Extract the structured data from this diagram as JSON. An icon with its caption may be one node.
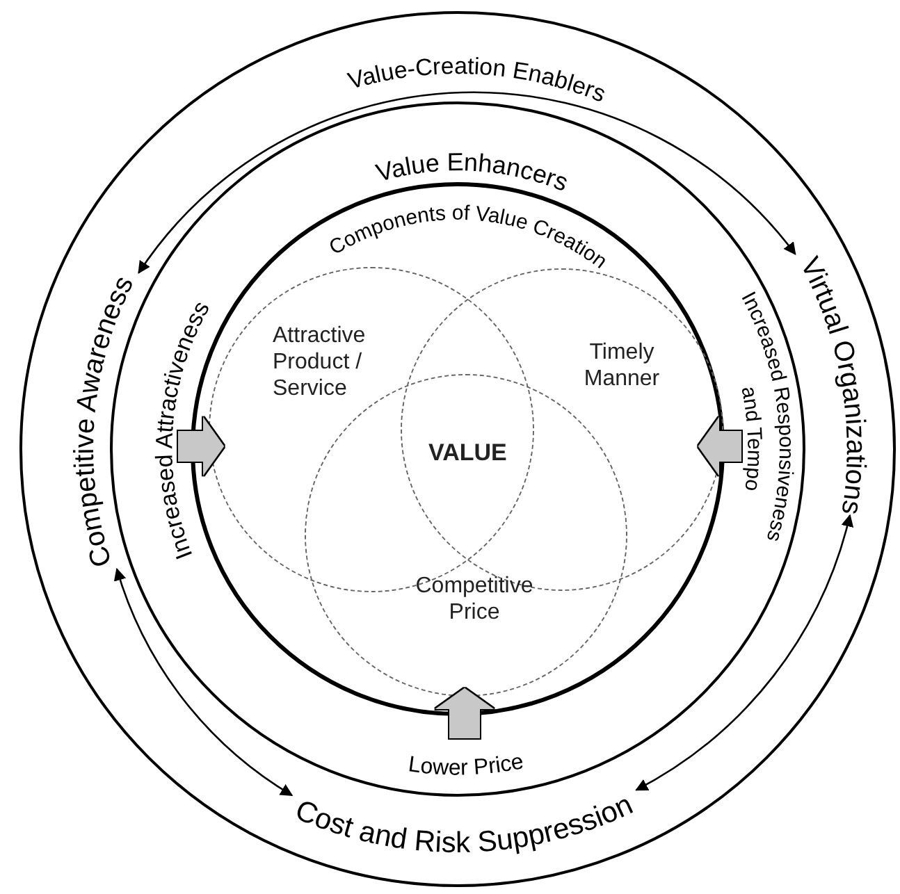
{
  "diagram": {
    "nodes": [
      {
        "text": [
          "Value-Creation Enablers"
        ]
      },
      {
        "text": [
          "Competitive Awareness"
        ],
        "in": 0
      },
      {
        "text": [
          "Virtual Organizations"
        ],
        "in": 0
      },
      {
        "text": [
          "Cost and Risk Suppression"
        ],
        "in": 0
      },
      {
        "text": [
          "Value Enhancers"
        ],
        "in": 0
      },
      {
        "text": [
          "Increased Attractiveness"
        ],
        "in": 4
      },
      {
        "text": [
          "Increased Responsiveness and Tempo"
        ],
        "in": 4
      },
      {
        "text": [
          "Lower Price"
        ],
        "in": 4
      },
      {
        "text": [
          "Components of Value Creation"
        ],
        "in": 4
      },
      {
        "text": [
          "Attractive Product / Service"
        ],
        "in": 8
      },
      {
        "text": [
          "Timely Manner"
        ],
        "in": 8
      },
      {
        "text": [
          "Competitive Price"
        ],
        "in": 8
      },
      {
        "text": [
          "VALUE"
        ]
      }
    ],
    "edges": [
      {
        "from": 1,
        "to": 2,
        "arrow": "both"
      },
      {
        "from": 2,
        "to": 3,
        "arrow": "both"
      },
      {
        "from": 3,
        "to": 1,
        "arrow": "both"
      },
      {
        "from": 5,
        "to": 8,
        "arrow": "to",
        "style": "thick",
        "color": "#c8c8c8"
      },
      {
        "from": 6,
        "to": 8,
        "arrow": "to",
        "style": "thick",
        "color": "#c8c8c8"
      },
      {
        "from": 7,
        "to": 8,
        "arrow": "to",
        "style": "thick",
        "color": "#c8c8c8"
      }
    ]
  }
}
